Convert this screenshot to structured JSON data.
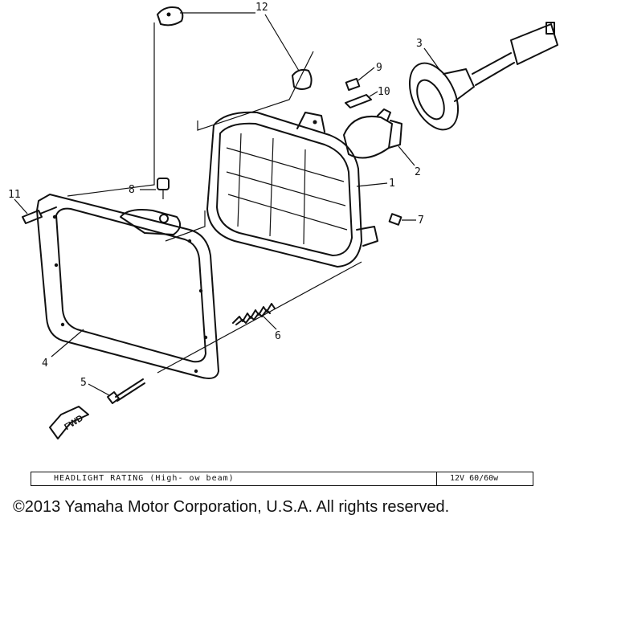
{
  "callouts": {
    "c1": "1",
    "c2": "2",
    "c3": "3",
    "c4": "4",
    "c5": "5",
    "c6": "6",
    "c7": "7",
    "c8": "8",
    "c9": "9",
    "c10": "10",
    "c11": "11",
    "c12": "12"
  },
  "fwd_label": "FWD",
  "rating": {
    "label": "HEADLIGHT RATING (High- ow beam)",
    "value": "12V 60/60w"
  },
  "copyright": "©2013 Yamaha Motor Corporation, U.S.A. All rights reserved."
}
